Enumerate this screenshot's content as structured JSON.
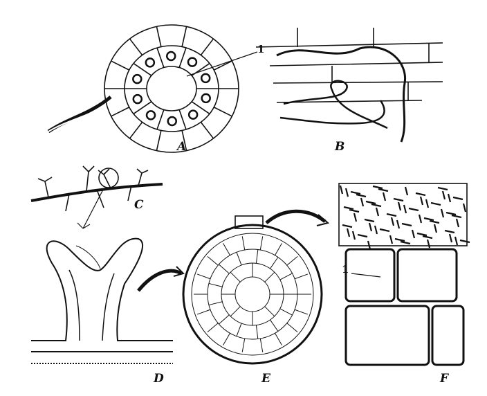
{
  "figure": {
    "panels": [
      {
        "id": "A",
        "label": "A",
        "callout": "1"
      },
      {
        "id": "B",
        "label": "B"
      },
      {
        "id": "C",
        "label": "C"
      },
      {
        "id": "D",
        "label": "D"
      },
      {
        "id": "E",
        "label": "E"
      },
      {
        "id": "F",
        "label": "F",
        "callout": "1"
      }
    ],
    "ink_color": "#111111",
    "paper_color": "#ffffff"
  }
}
